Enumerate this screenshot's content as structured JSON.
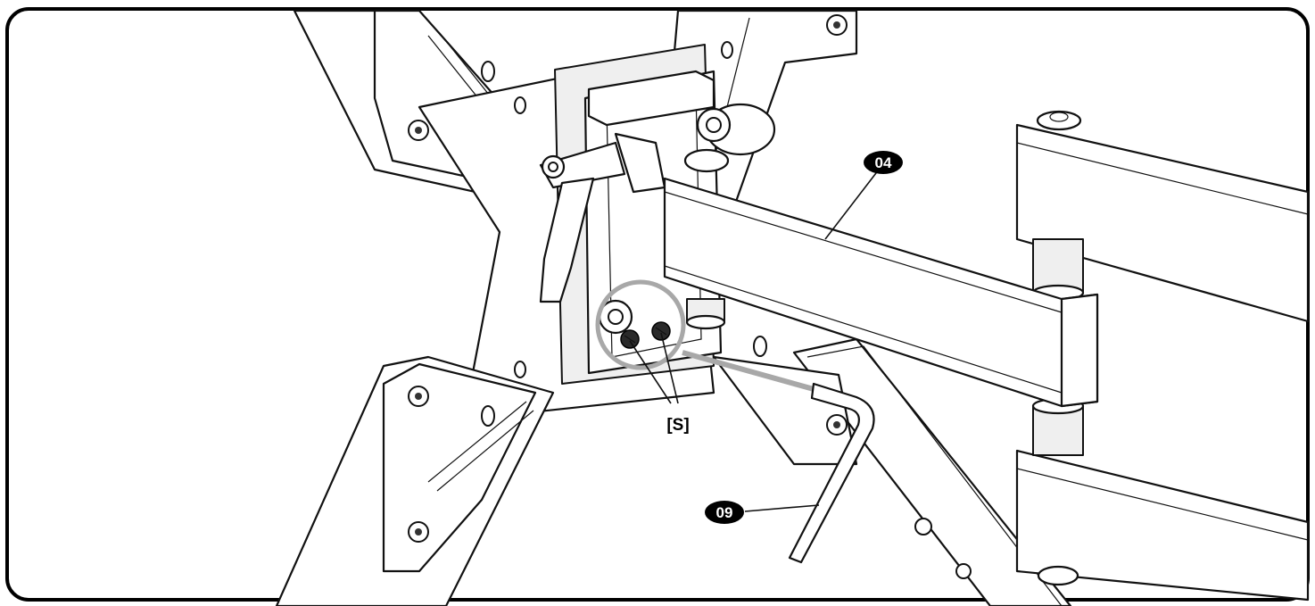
{
  "callouts": {
    "arm_part": "04",
    "key_part": "09"
  },
  "labels": {
    "screws": "[S]"
  },
  "colors": {
    "highlight": "#a8a8a8",
    "callout_fill": "#000000",
    "callout_text": "#ffffff"
  }
}
